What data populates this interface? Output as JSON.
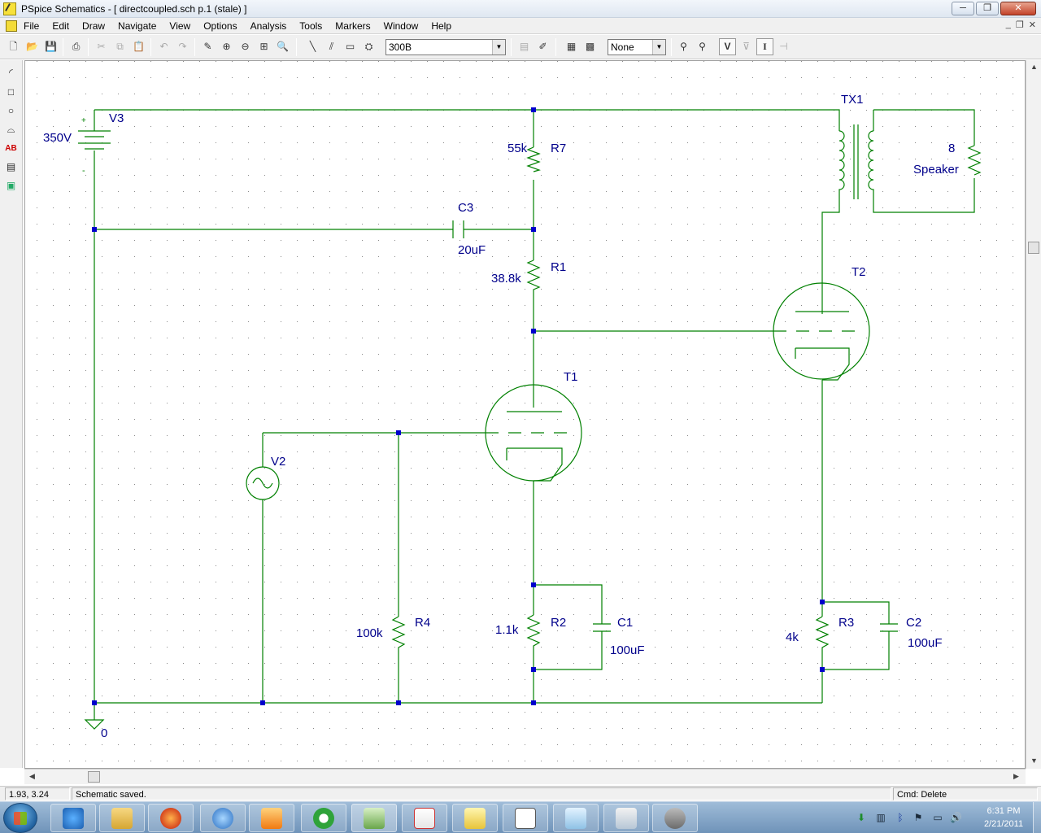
{
  "window": {
    "title": "PSpice Schematics - [ directcoupled.sch  p.1 (stale) ]",
    "controls": {
      "minimize": "─",
      "restore": "❐",
      "close": "✕"
    }
  },
  "menubar": {
    "items": [
      "File",
      "Edit",
      "Draw",
      "Navigate",
      "View",
      "Options",
      "Analysis",
      "Tools",
      "Markers",
      "Window",
      "Help"
    ],
    "mdi_controls": {
      "minimize": "_",
      "restore": "❐",
      "close": "✕"
    }
  },
  "toolbar": {
    "part_combo": "300B",
    "marker_combo": "None",
    "v_label": "V",
    "i_label": "I"
  },
  "schematic": {
    "wire_color": "#008000",
    "label_color": "#00008b",
    "junction_color": "#0000cc",
    "parts": {
      "V3": {
        "ref": "V3",
        "value": "350V",
        "plus": "+",
        "minus": "-"
      },
      "R7": {
        "ref": "R7",
        "value": "55k"
      },
      "C3": {
        "ref": "C3",
        "value": "20uF"
      },
      "R1": {
        "ref": "R1",
        "value": "38.8k"
      },
      "T1": {
        "ref": "T1"
      },
      "T2": {
        "ref": "T2"
      },
      "TX1": {
        "ref": "TX1"
      },
      "speaker": {
        "value": "8",
        "name": "Speaker"
      },
      "V2": {
        "ref": "V2"
      },
      "R4": {
        "ref": "R4",
        "value": "100k"
      },
      "R2": {
        "ref": "R2",
        "value": "1.1k"
      },
      "C1": {
        "ref": "C1",
        "value": "100uF"
      },
      "R3": {
        "ref": "R3",
        "value": "4k"
      },
      "C2": {
        "ref": "C2",
        "value": "100uF"
      },
      "ground": {
        "label": "0"
      }
    }
  },
  "statusbar": {
    "coords": "1.93,  3.24",
    "message": "Schematic saved.",
    "command": "Cmd: Delete"
  },
  "taskbar": {
    "clock_time": "6:31 PM",
    "clock_date": "2/21/2011",
    "apps": [
      "internet-explorer",
      "file-explorer",
      "firefox",
      "itunes",
      "media-player",
      "sync",
      "pspice-schematics",
      "error-tool",
      "pencil-editor",
      "cursor-tool",
      "notepad",
      "calculator",
      "gimp"
    ]
  }
}
